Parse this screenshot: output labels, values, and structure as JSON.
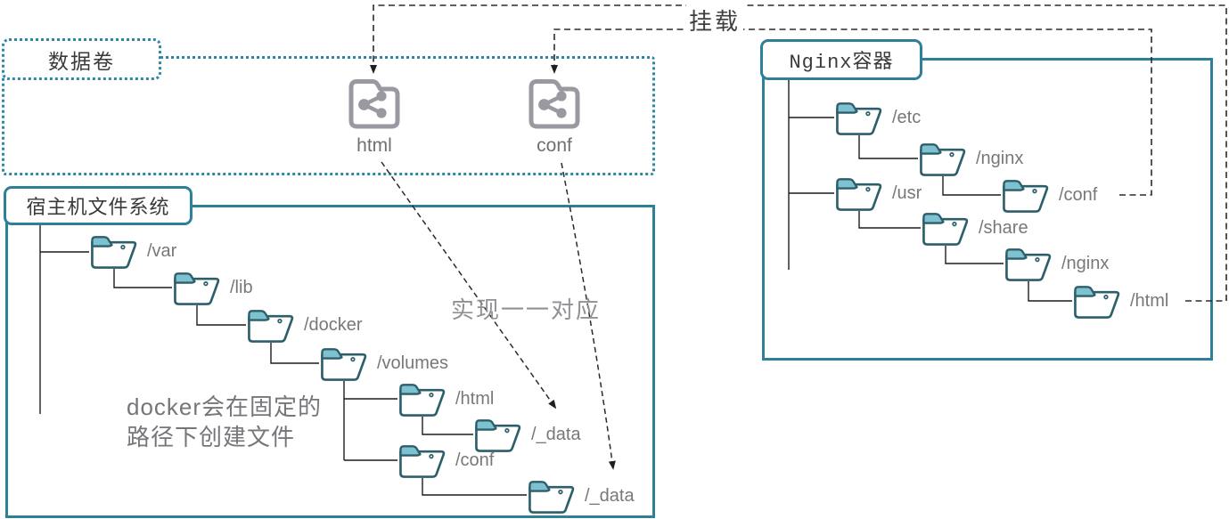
{
  "annotations": {
    "mount": "挂载",
    "mapping": "实现一一对应"
  },
  "volume_panel": {
    "title": "数据卷",
    "volumes": [
      {
        "name": "html"
      },
      {
        "name": "conf"
      }
    ]
  },
  "host_panel": {
    "title": "宿主机文件系统",
    "note_line1": "docker会在固定的",
    "note_line2": "路径下创建文件",
    "nodes": [
      {
        "label": "/var"
      },
      {
        "label": "/lib"
      },
      {
        "label": "/docker"
      },
      {
        "label": "/volumes"
      },
      {
        "label": "/html"
      },
      {
        "label": "/_data"
      },
      {
        "label": "/conf"
      },
      {
        "label": "/_data"
      }
    ]
  },
  "nginx_panel": {
    "title": "Nginx容器",
    "nodes": [
      {
        "label": "/etc"
      },
      {
        "label": "/nginx"
      },
      {
        "label": "/conf"
      },
      {
        "label": "/usr"
      },
      {
        "label": "/share"
      },
      {
        "label": "/nginx"
      },
      {
        "label": "/html"
      }
    ]
  },
  "colors": {
    "panel_border": "#2e8099",
    "dotted_border": "#2e87a5",
    "folder_outline": "#2d5f6b",
    "folder_tab": "#7ec2d2",
    "volume_icon_gray": "#9a99a1",
    "connector_line": "#1c1c1c",
    "dashed_line": "#2b2b2b",
    "path_label_text": "#77787b",
    "title_text": "#3a3a3a"
  }
}
